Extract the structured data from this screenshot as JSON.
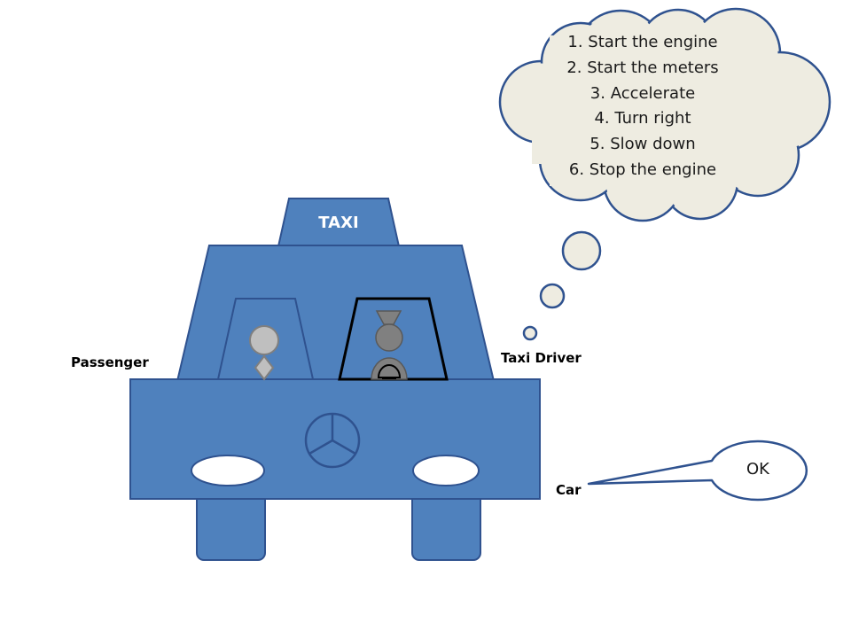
{
  "taxi": {
    "sign_text": "TAXI",
    "body_color": "#4f81bd",
    "outline_color": "#2f528f"
  },
  "labels": {
    "passenger": "Passenger",
    "taxi_driver": "Taxi Driver",
    "car": "Car"
  },
  "thought_bubble": {
    "fill_color": "#eeece1",
    "steps": [
      "1. Start the engine",
      "2. Start the meters",
      "3. Accelerate",
      "4. Turn right",
      "5. Slow down",
      "6. Stop the engine"
    ]
  },
  "speech_bubble": {
    "text": "OK"
  },
  "icons": {
    "emblem": "mercedes-emblem-icon",
    "passenger": "passenger-figure-icon",
    "driver": "driver-figure-icon"
  }
}
